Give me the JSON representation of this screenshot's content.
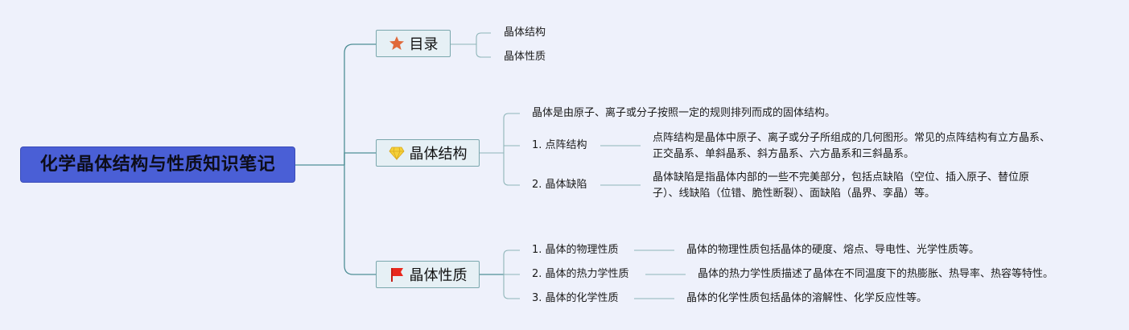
{
  "root": {
    "title": "化学晶体结构与性质知识笔记"
  },
  "branches": [
    {
      "label": "目录",
      "icon": "star-icon",
      "items": [
        "晶体结构",
        "晶体性质"
      ]
    },
    {
      "label": "晶体结构",
      "icon": "gem-icon",
      "intro": "晶体是由原子、离子或分子按照一定的规则排列而成的固体结构。",
      "subs": [
        {
          "title": "1. 点阵结构",
          "desc": "点阵结构是晶体中原子、离子或分子所组成的几何图形。常见的点阵结构有立方晶系、正交晶系、单斜晶系、斜方晶系、六方晶系和三斜晶系。"
        },
        {
          "title": "2. 晶体缺陷",
          "desc": "晶体缺陷是指晶体内部的一些不完美部分，包括点缺陷（空位、插入原子、替位原子）、线缺陷（位错、脆性断裂）、面缺陷（晶界、孪晶）等。"
        }
      ]
    },
    {
      "label": "晶体性质",
      "icon": "flag-icon",
      "subs": [
        {
          "title": "1. 晶体的物理性质",
          "desc": "晶体的物理性质包括晶体的硬度、熔点、导电性、光学性质等。"
        },
        {
          "title": "2. 晶体的热力学性质",
          "desc": "晶体的热力学性质描述了晶体在不同温度下的热膨胀、热导率、热容等特性。"
        },
        {
          "title": "3. 晶体的化学性质",
          "desc": "晶体的化学性质包括晶体的溶解性、化学反应性等。"
        }
      ]
    }
  ],
  "colors": {
    "background": "#eef1fb",
    "root_fill": "#4a5fd6",
    "branch_fill": "#e6f0f5",
    "connector": "#4f8f96",
    "star": "#e0693a",
    "gem": "#f5d13a",
    "flag": "#e8281e"
  }
}
